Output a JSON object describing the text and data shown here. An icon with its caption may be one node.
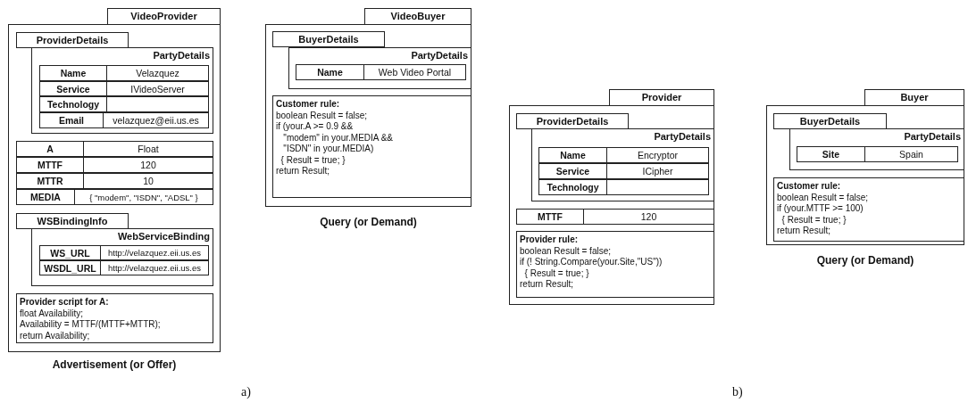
{
  "diagram": {
    "nodes": [
      {
        "text": [
          "VideoProvider"
        ]
      },
      {
        "text": [],
        "shape": "box",
        "beside": [
          "Advertisement (or Offer)"
        ]
      },
      {
        "text": [
          "ProviderDetails"
        ],
        "in": 1
      },
      {
        "text": [
          "PartyDetails"
        ],
        "in": 1
      },
      {
        "text": [
          "Name",
          "Velazquez"
        ],
        "in": 3
      },
      {
        "text": [
          "Service",
          "IVideoServer"
        ],
        "in": 3
      },
      {
        "text": [
          "Technology"
        ],
        "in": 3
      },
      {
        "text": [
          "Email",
          "velazquez@eii.us.es"
        ],
        "in": 3
      },
      {
        "text": [
          "A",
          "Float"
        ],
        "in": 1
      },
      {
        "text": [
          "MTTF",
          "120"
        ],
        "in": 1
      },
      {
        "text": [
          "MTTR",
          "10"
        ],
        "in": 1
      },
      {
        "text": [
          "MEDIA",
          "{ \"modem\", \"ISDN\", \"ADSL\" }"
        ],
        "in": 1
      },
      {
        "text": [
          "WSBindingInfo"
        ],
        "in": 1
      },
      {
        "text": [
          "WebServiceBinding"
        ],
        "in": 1
      },
      {
        "text": [
          "WS_URL",
          "http://velazquez.eii.us.es"
        ],
        "in": 13
      },
      {
        "text": [
          "WSDL_URL",
          "http://velazquez.eii.us.es"
        ],
        "in": 13
      },
      {
        "text": [
          "Provider script for A:",
          "float Availability;",
          "Availability = MTTF/(MTTF+MTTR);",
          "return Availability;"
        ],
        "in": 1
      },
      {
        "text": [
          "VideoBuyer"
        ]
      },
      {
        "text": [],
        "shape": "box",
        "beside": [
          "Query (or Demand)"
        ]
      },
      {
        "text": [
          "BuyerDetails"
        ],
        "in": 18
      },
      {
        "text": [
          "PartyDetails"
        ],
        "in": 18
      },
      {
        "text": [
          "Name",
          "Web Video Portal"
        ],
        "in": 20
      },
      {
        "text": [
          "Customer rule:",
          "boolean Result = false;",
          "if (your.A >= 0.9 &&",
          "   \"modem\" in your.MEDIA &&",
          "   \"ISDN\" in your.MEDIA)",
          "  { Result = true; }",
          "return Result;"
        ],
        "in": 18
      },
      {
        "text": [
          "Provider"
        ]
      },
      {
        "text": [],
        "shape": "box"
      },
      {
        "text": [
          "ProviderDetails"
        ],
        "in": 24
      },
      {
        "text": [
          "PartyDetails"
        ],
        "in": 24
      },
      {
        "text": [
          "Name",
          "Encryptor"
        ],
        "in": 26
      },
      {
        "text": [
          "Service",
          "ICipher"
        ],
        "in": 26
      },
      {
        "text": [
          "Technology"
        ],
        "in": 26
      },
      {
        "text": [
          "MTTF",
          "120"
        ],
        "in": 24
      },
      {
        "text": [
          "Provider rule:",
          "boolean Result = false;",
          "if (! String.Compare(your.Site,\"US\"))",
          "  { Result = true; }",
          "return Result;"
        ],
        "in": 24
      },
      {
        "text": [
          "Buyer"
        ]
      },
      {
        "text": [],
        "shape": "box",
        "beside": [
          "Query (or Demand)"
        ]
      },
      {
        "text": [
          "BuyerDetails"
        ],
        "in": 33
      },
      {
        "text": [
          "PartyDetails"
        ],
        "in": 33
      },
      {
        "text": [
          "Site",
          "Spain"
        ],
        "in": 35
      },
      {
        "text": [
          "Customer rule:",
          "boolean Result = false;",
          "if (your.MTTF >= 100)",
          "  { Result = true; }",
          "return Result;"
        ],
        "in": 33
      }
    ],
    "edges": [],
    "labels": [
      "a)",
      "b)"
    ]
  }
}
